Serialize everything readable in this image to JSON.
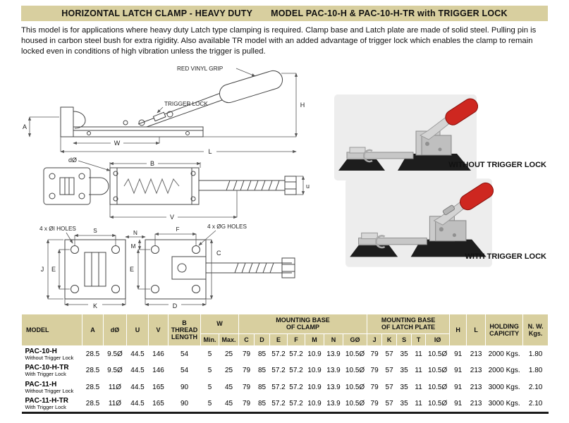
{
  "header": {
    "title_left": "HORIZONTAL LATCH CLAMP - HEAVY DUTY",
    "title_right": "MODEL PAC-10-H & PAC-10-H-TR with TRIGGER LOCK"
  },
  "description": "This model is for applications where heavy duty Latch type clamping is required. Clamp base and Latch plate are made of solid steel. Pulling pin is housed in carbon steel bush for extra rigidity. Also available TR model with an added advantage of trigger lock which enables the clamp to remain locked even in conditions of high vibration unless the trigger is pulled.",
  "colors": {
    "band": "#d8cf9f",
    "grip_red": "#ce2720"
  },
  "diagram": {
    "red_vinyl_grip": "RED VINYL GRIP",
    "trigger_lock": "TRIGGER LOCK",
    "dim_a": "A",
    "dim_w": "W",
    "dim_l": "L",
    "dim_h": "H",
    "dim_b": "B",
    "dim_d_hole": "dØ",
    "dim_u": "u",
    "dim_v": "V",
    "holes_i": "4 x ØI HOLES",
    "holes_g": "4 x ØG HOLES",
    "dim_s": "S",
    "dim_n": "N",
    "dim_m": "M",
    "dim_f": "F",
    "dim_c": "C",
    "dim_j": "J",
    "dim_e_left": "E",
    "dim_e_right": "E",
    "dim_k": "K",
    "dim_d": "D"
  },
  "photos": {
    "without_trigger_label": "WITHOUT TRIGGER LOCK",
    "with_trigger_label": "WITH TRIGGER LOCK"
  },
  "table": {
    "headers": {
      "model": "MODEL",
      "a": "A",
      "d_dia": "dØ",
      "u": "U",
      "v": "V",
      "b_thread": "B THREAD LENGTH",
      "w": "W",
      "w_min": "Min.",
      "w_max": "Max.",
      "mbc_line1": "MOUNTING BASE",
      "mbc_line2": "OF CLAMP",
      "mbc_c": "C",
      "mbc_d": "D",
      "mbc_e": "E",
      "mbc_f": "F",
      "mbc_m": "M",
      "mbc_n": "N",
      "mbc_g": "GØ",
      "mblp_line1": "MOUNTING BASE",
      "mblp_line2": "OF LATCH PLATE",
      "mblp_j": "J",
      "mblp_k": "K",
      "mblp_s": "S",
      "mblp_t": "T",
      "mblp_i": "IØ",
      "h": "H",
      "l": "L",
      "holding_line1": "HOLDING",
      "holding_line2": "CAPICITY",
      "nw_line1": "N. W.",
      "nw_line2": "Kgs."
    },
    "rows": [
      {
        "model": "PAC-10-H",
        "model_sub": "Without Trigger Lock",
        "a": "28.5",
        "d_dia": "9.5Ø",
        "u": "44.5",
        "v": "146",
        "b": "54",
        "w_min": "5",
        "w_max": "25",
        "c": "79",
        "d": "85",
        "e": "57.2",
        "f": "57.2",
        "m": "10.9",
        "n": "13.9",
        "g": "10.5Ø",
        "j": "79",
        "k": "57",
        "s": "35",
        "t": "11",
        "i": "10.5Ø",
        "h": "91",
        "l": "213",
        "holding": "2000 Kgs.",
        "nw": "1.80"
      },
      {
        "model": "PAC-10-H-TR",
        "model_sub": "With Trigger Lock",
        "a": "28.5",
        "d_dia": "9.5Ø",
        "u": "44.5",
        "v": "146",
        "b": "54",
        "w_min": "5",
        "w_max": "25",
        "c": "79",
        "d": "85",
        "e": "57.2",
        "f": "57.2",
        "m": "10.9",
        "n": "13.9",
        "g": "10.5Ø",
        "j": "79",
        "k": "57",
        "s": "35",
        "t": "11",
        "i": "10.5Ø",
        "h": "91",
        "l": "213",
        "holding": "2000 Kgs.",
        "nw": "1.80"
      },
      {
        "model": "PAC-11-H",
        "model_sub": "Without Trigger Lock",
        "a": "28.5",
        "d_dia": "11Ø",
        "u": "44.5",
        "v": "165",
        "b": "90",
        "w_min": "5",
        "w_max": "45",
        "c": "79",
        "d": "85",
        "e": "57.2",
        "f": "57.2",
        "m": "10.9",
        "n": "13.9",
        "g": "10.5Ø",
        "j": "79",
        "k": "57",
        "s": "35",
        "t": "11",
        "i": "10.5Ø",
        "h": "91",
        "l": "213",
        "holding": "3000 Kgs.",
        "nw": "2.10"
      },
      {
        "model": "PAC-11-H-TR",
        "model_sub": "With Trigger Lock",
        "a": "28.5",
        "d_dia": "11Ø",
        "u": "44.5",
        "v": "165",
        "b": "90",
        "w_min": "5",
        "w_max": "45",
        "c": "79",
        "d": "85",
        "e": "57.2",
        "f": "57.2",
        "m": "10.9",
        "n": "13.9",
        "g": "10.5Ø",
        "j": "79",
        "k": "57",
        "s": "35",
        "t": "11",
        "i": "10.5Ø",
        "h": "91",
        "l": "213",
        "holding": "3000 Kgs.",
        "nw": "2.10"
      }
    ]
  }
}
